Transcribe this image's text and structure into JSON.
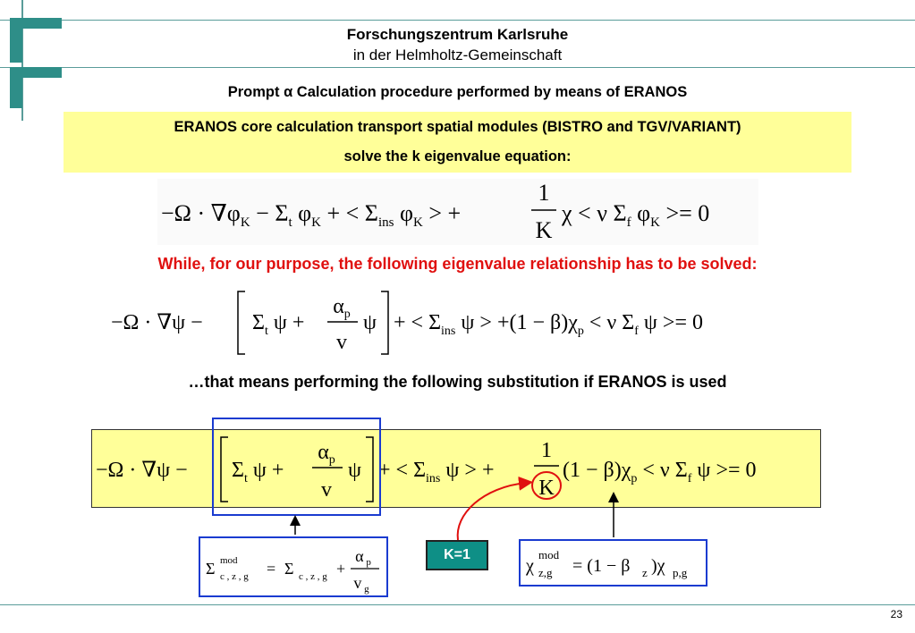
{
  "header": {
    "org": "Forschungszentrum Karlsruhe",
    "org_sub": "in der Helmholtz-Gemeinschaft"
  },
  "slide": {
    "title": "Prompt α Calculation procedure performed by means of ERANOS",
    "box_line1": "ERANOS core calculation transport spatial modules (BISTRO and TGV/VARIANT)",
    "box_line2": "solve the k eigenvalue equation:",
    "red_text": "While, for our purpose, the following eigenvalue relationship has to be solved:",
    "means_text": "…that means performing the following substitution if ERANOS is used",
    "k_badge": "K=1",
    "page_number": "23"
  },
  "colors": {
    "accent_teal": "#2e8e88",
    "highlight_yellow": "#ffff99",
    "frame_blue": "#1a3bd0",
    "alert_red": "#e0100f"
  }
}
